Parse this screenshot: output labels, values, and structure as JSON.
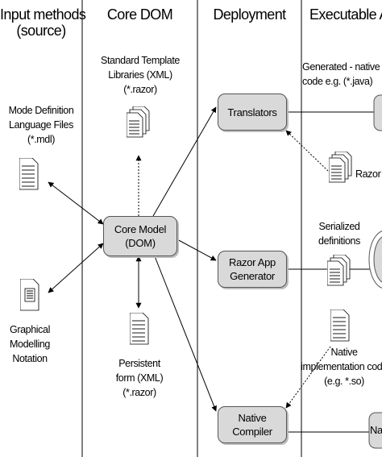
{
  "lanes": {
    "input": [
      "Input methods",
      "(source)"
    ],
    "core": "Core DOM",
    "deploy": "Deployment",
    "exec": "Executable A"
  },
  "labels": {
    "templates": [
      "Standard Template",
      "Libraries (XML)",
      "(*.razor)"
    ],
    "mdl": [
      "Mode Definition",
      "Language Files",
      "(*.mdl)"
    ],
    "graphical": [
      "Graphical",
      "Modelling",
      "Notation"
    ],
    "persistent": [
      "Persistent",
      "form (XML)",
      "(*.razor)"
    ],
    "generated": [
      "Generated - native",
      "code e.g. (*.java)"
    ],
    "razor_side": "Razor",
    "serialized": [
      "Serialized",
      "definitions"
    ],
    "native_impl": [
      "Native",
      "implementation code",
      "(e.g. *.so)"
    ],
    "partial_box": "Na"
  },
  "nodes": {
    "core_model": [
      "Core Model",
      "(DOM)"
    ],
    "translators": "Translators",
    "razor_gen": [
      "Razor App",
      "Generator"
    ],
    "native_compiler": [
      "Native",
      "Compiler"
    ]
  },
  "icons": {
    "document": "stacked-document-icon",
    "diagram": "diagram-document-icon"
  },
  "colors": {
    "node_fill": "#d9d9d9",
    "line": "#000000"
  }
}
